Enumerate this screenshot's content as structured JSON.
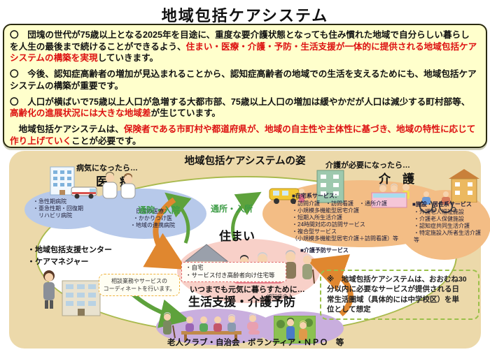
{
  "page_title": "地域包括ケアシステム",
  "summary_box": {
    "paragraphs": [
      {
        "runs": [
          {
            "text": "〇　団塊の世代が75歳以上となる2025年を目途に、重度な要介護状態となっても住み慣れた地域で自分らしい暮らしを人生の最後まで続けることができるよう、",
            "color": "black"
          },
          {
            "text": "住まい・医療・介護・予防・生活支援が一体的に提供される地域包括ケアシステムの構築を実現",
            "color": "red"
          },
          {
            "text": "していきます。",
            "color": "black"
          }
        ]
      },
      {
        "runs": [
          {
            "text": "〇　今後、認知症高齢者の増加が見込まれることから、認知症高齢者の地域での生活を支えるためにも、地域包括ケアシステムの構築が重要です。",
            "color": "black"
          },
          {
            "text": "",
            "color": "red"
          },
          {
            "text": "",
            "color": "black"
          }
        ]
      },
      {
        "runs": [
          {
            "text": "〇　人口が横ばいで75歳以上人口が急増する大都市部、75歳以上人口の増加は緩やかだが人口は減少する町村部等、",
            "color": "black"
          },
          {
            "text": "高齢化の進展状況には大きな地域差",
            "color": "red"
          },
          {
            "text": "が生じています。",
            "color": "black"
          }
        ]
      },
      {
        "runs": [
          {
            "text": "　地域包括ケアシステムは、",
            "color": "black"
          },
          {
            "text": "保険者である市町村や都道府県が、地域の自主性や主体性に基づき、地域の特性に応じて作り上げていく",
            "color": "red"
          },
          {
            "text": "ことが必要です。",
            "color": "black"
          }
        ]
      }
    ]
  },
  "diagram": {
    "title": "地域包括ケアシステムの姿",
    "medical": {
      "trigger": "病気になったら…",
      "label": "医　療",
      "acute_note": "・急性期病院\n・亜急性期・回復期\n　リハビリ病院",
      "daily_note": "日常の医療：\n・かかりつけ医\n・地域の連携病院"
    },
    "flows": {
      "to_medical": "通院・入院",
      "to_nursing": "通所・入所"
    },
    "nursing": {
      "trigger": "介護が必要になったら…",
      "label": "介　護",
      "home_title": "■在宅系サービス：",
      "home_list": "・訪問介護　・訪問看護　・通所介護\n・小規模多機能型居宅介護\n・短期入所生活介護\n・24時間対応の訪問サービス\n・複合型サービス\n（小規模多機能型居宅介護＋訪問看護）等",
      "prevention_title": "■介護予防サービス",
      "facility_title": "■施設・居住系サービス",
      "facility_list": "・介護老人福祉施設\n・介護老人保健施設\n・認知症共同生活介護\n・特定施設入所者生活介護\n等"
    },
    "housing": {
      "label": "住まい",
      "dementia_label": "認知症の人",
      "note": "・自宅\n・サービス付き高齢者向け住宅等"
    },
    "support": {
      "lines": "・地域包括支援センター\n・ケアマネジャー",
      "coordination": "相談業務やサービスの\nコーディネートを行います。"
    },
    "life_support": {
      "trigger": "いつまでも元気に暮らすために…",
      "label": "生活支援・介護予防",
      "providers": "老人クラブ・自治会・ボランティア・ＮＰＯ　等"
    },
    "unit_note": "※　地域包括ケアシステムは、おおむね30\n分以内に必要なサービスが提供される日\n常生活圏域（具体的には中学校区）を単\n位として想定"
  },
  "icons": [
    "hospital-icon",
    "ambulance-icon",
    "doctors-icon",
    "care-van-icon",
    "care-facility-green-icon",
    "bathing-care-icon",
    "wheelchair-icon",
    "care-facility-orange-icon",
    "house-icon",
    "family-icon",
    "care-manager-icon",
    "office-building-icon",
    "seniors-bench-icon",
    "gardening-icon"
  ],
  "colors": {
    "accent_red": "#dd1111",
    "summary_box_fill": "#ffffcc",
    "diagram_bg": "#ecd9aa",
    "medical_ellipse": "#b7c9ea",
    "nursing_ellipse": "#f3bd85",
    "housing_ellipse": "#f8d0c8",
    "life_support_ellipse": "#c9aede",
    "arrow_orange": "#e0872f",
    "arrow_green": "#5ea23c",
    "flow_text_green": "#3d9c46"
  }
}
